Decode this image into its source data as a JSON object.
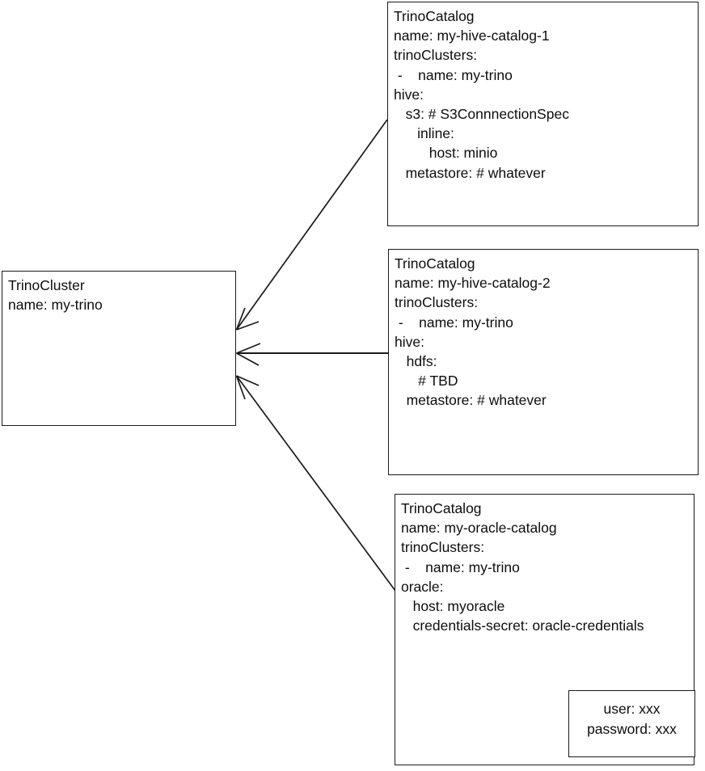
{
  "diagram": {
    "title": "TrinoCluster and TrinoCatalog custom resource relationships",
    "background_color": "#ffffff",
    "stroke_color": "#1a1a1a",
    "text_color": "#0d0d0d"
  },
  "cluster_node": {
    "kind": "TrinoCluster",
    "lines": [
      "TrinoCluster",
      "name: my-trino"
    ]
  },
  "catalog_nodes": [
    {
      "id": "hive-catalog-1",
      "kind": "TrinoCatalog",
      "catalog_name": "my-hive-catalog-1",
      "lines": [
        "TrinoCatalog",
        "name: my-hive-catalog-1",
        "trinoClusters:",
        " -    name: my-trino",
        "hive:",
        "   s3: # S3ConnnectionSpec",
        "      inline:",
        "         host: minio",
        "   metastore: # whatever"
      ]
    },
    {
      "id": "hive-catalog-2",
      "kind": "TrinoCatalog",
      "catalog_name": "my-hive-catalog-2",
      "lines": [
        "TrinoCatalog",
        "name: my-hive-catalog-2",
        "trinoClusters:",
        " -    name: my-trino",
        "hive:",
        "   hdfs:",
        "      # TBD",
        "   metastore: # whatever"
      ]
    },
    {
      "id": "oracle-catalog",
      "kind": "TrinoCatalog",
      "catalog_name": "my-oracle-catalog",
      "lines": [
        "TrinoCatalog",
        "name: my-oracle-catalog",
        "trinoClusters:",
        " -    name: my-trino",
        "oracle:",
        "   host: myoracle",
        "   credentials-secret: oracle-credentials"
      ]
    }
  ],
  "secret_node": {
    "id": "oracle-credentials-secret",
    "lines": [
      "user: xxx",
      "password: xxx"
    ]
  },
  "edges": [
    {
      "id": "cluster-to-hive-catalog-1",
      "from": "hive-catalog-1",
      "to": "cluster-node",
      "arrowhead": "at-cluster"
    },
    {
      "id": "cluster-to-hive-catalog-2",
      "from": "hive-catalog-2",
      "to": "cluster-node",
      "arrowhead": "at-cluster"
    },
    {
      "id": "cluster-to-oracle-catalog",
      "from": "oracle-catalog",
      "to": "cluster-node",
      "arrowhead": "at-cluster"
    },
    {
      "id": "credentials-secret-reference",
      "from": "oracle-catalog-credentials-secret-line",
      "to": "oracle-credentials-secret",
      "arrowhead": "at-secret"
    }
  ]
}
